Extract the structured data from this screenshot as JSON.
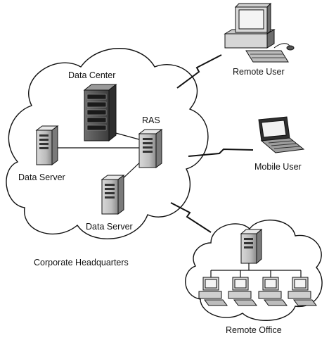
{
  "labels": {
    "data_center": "Data Center",
    "ras": "RAS",
    "data_server_left": "Data Server",
    "data_server_bottom": "Data Server",
    "corporate_hq": "Corporate Headquarters",
    "remote_user": "Remote User",
    "mobile_user": "Mobile User",
    "remote_office": "Remote Office"
  }
}
